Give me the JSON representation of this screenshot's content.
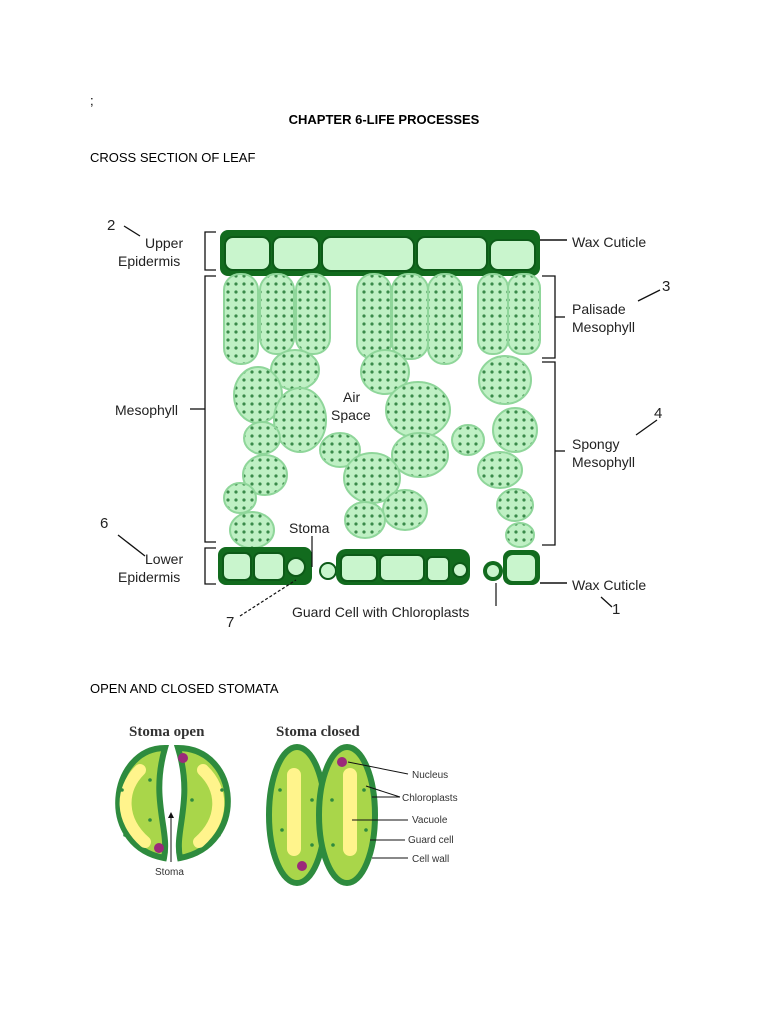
{
  "header": {
    "stray_mark": ";",
    "title": "CHAPTER 6-LIFE  PROCESSES"
  },
  "sections": {
    "leaf_heading": "CROSS SECTION OF LEAF",
    "stomata_heading": "OPEN AND CLOSED STOMATA"
  },
  "leaf_diagram": {
    "labels": {
      "upper_epidermis_1": "Upper",
      "upper_epidermis_2": "Epidermis",
      "mesophyll": "Mesophyll",
      "lower_epidermis_1": "Lower",
      "lower_epidermis_2": "Epidermis",
      "wax_cuticle_top": "Wax Cuticle",
      "palisade_1": "Palisade",
      "palisade_2": "Mesophyll",
      "spongy_1": "Spongy",
      "spongy_2": "Mesophyll",
      "air_1": "Air",
      "air_2": "Space",
      "stoma": "Stoma",
      "guard_cell": "Guard Cell with Chloroplasts",
      "wax_cuticle_bottom": "Wax Cuticle"
    },
    "numbers": {
      "n1": "1",
      "n2": "2",
      "n3": "3",
      "n4": "4",
      "n6": "6",
      "n7": "7"
    },
    "colors": {
      "cell_fill": "#bff0c4",
      "cell_wall": "#7fcf8a",
      "cuticle": "#116b1e",
      "chloroplast": "#3a8a4a"
    }
  },
  "stomata_diagram": {
    "titles": {
      "open": "Stoma open",
      "closed": "Stoma closed"
    },
    "labels": {
      "stoma": "Stoma",
      "nucleus": "Nucleus",
      "chloroplasts": "Chloroplasts",
      "vacuole": "Vacuole",
      "guard_cell": "Guard cell",
      "cell_wall": "Cell wall"
    },
    "colors": {
      "wall": "#2e8b3e",
      "cytoplasm": "#a9d64a",
      "vacuole": "#fff48c",
      "nucleus": "#9b2a7a"
    }
  }
}
